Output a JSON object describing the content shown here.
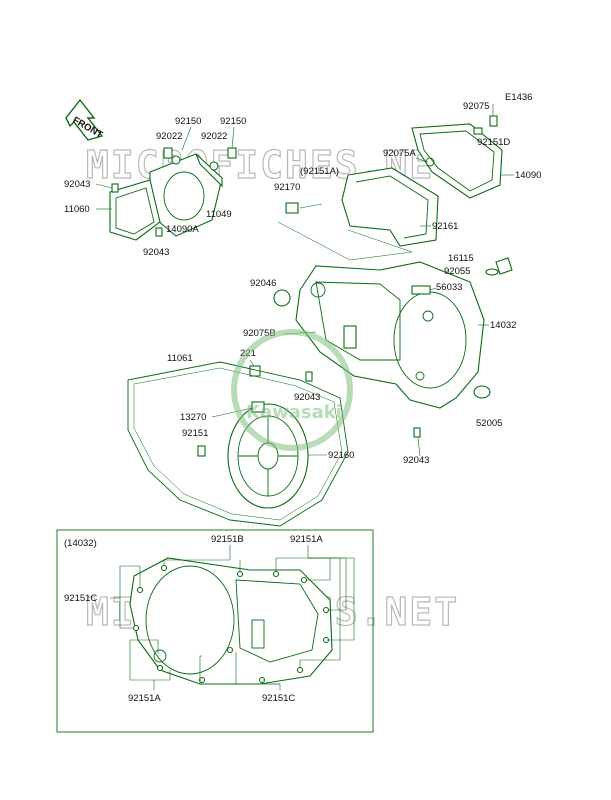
{
  "diagram_code": "E1436",
  "front_arrow_label": "FRONT",
  "watermarks": [
    "MICROFICHES.NET",
    "MICROFICHES.NET"
  ],
  "logo_text": "Kawasaki",
  "part_labels": {
    "p92075": "92075",
    "p92151d": "92151D",
    "p14090": "14090",
    "p92075a": "92075A",
    "p92151a_paren": "(92151A)",
    "p92170": "92170",
    "p92161": "92161",
    "p92150_l": "92150",
    "p92150_r": "92150",
    "p92022_l": "92022",
    "p92022_r": "92022",
    "p92043_a": "92043",
    "p11060": "11060",
    "p11049": "11049",
    "p14090a": "14090A",
    "p92043_b": "92043",
    "p16115": "16115",
    "p92055": "92055",
    "p56033": "56033",
    "p92046": "92046",
    "p14032": "14032",
    "p92075b": "92075B",
    "p11061": "11061",
    "p221": "221",
    "p92043_c": "92043",
    "p13270": "13270",
    "p92151": "92151",
    "p92160": "92160",
    "p52005": "52005",
    "p92043_d": "92043"
  },
  "inset": {
    "title": "(14032)",
    "labels": {
      "b92151b": "92151B",
      "b92151a_top": "92151A",
      "b92151c_left": "92151C",
      "b92151a_bot": "92151A",
      "b92151c_bot": "92151C"
    }
  }
}
